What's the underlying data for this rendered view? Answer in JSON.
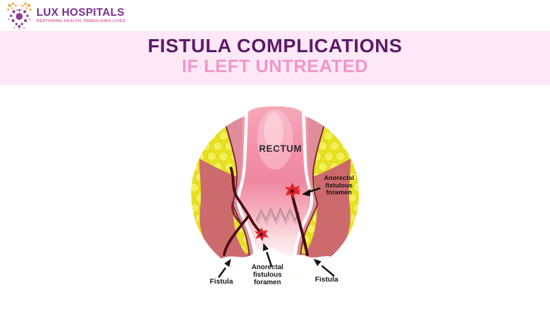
{
  "brand": {
    "name": "LUX HOSPITALS",
    "tagline": "RESTORING HEALTH, REBUILDING LIVES",
    "logo_icon": "dotted-butterfly-icon"
  },
  "banner": {
    "title": "FISTULA COMPLICATIONS",
    "subtitle": "IF LEFT UNTREATED"
  },
  "diagram": {
    "organ_label": "RECTUM",
    "annotations": {
      "right_foramen": {
        "line1": "Anorectal",
        "line2": "fistulous",
        "line3": "foramen"
      },
      "bottom_foramen": {
        "line1": "Anorectal",
        "line2": "fistulous",
        "line3": "foramen"
      },
      "left_fistula": "Fistula",
      "right_fistula": "Fistula"
    }
  },
  "colors": {
    "banner_bg": "#fce8f7",
    "title_purple": "#5c1a68",
    "subtitle_pink": "#f297c6",
    "brand_purple": "#7b2f8e",
    "brand_tagline_pink": "#d75f9e",
    "fat_yellow": "#e9e41e",
    "muscle_salmon": "#cd6a6e",
    "wall_pink": "#df8d9a",
    "canal_pink": "#f29cb1",
    "tract_maroon": "#4a0c13",
    "foramen_red": "#e3242b",
    "label_black": "#161616"
  }
}
